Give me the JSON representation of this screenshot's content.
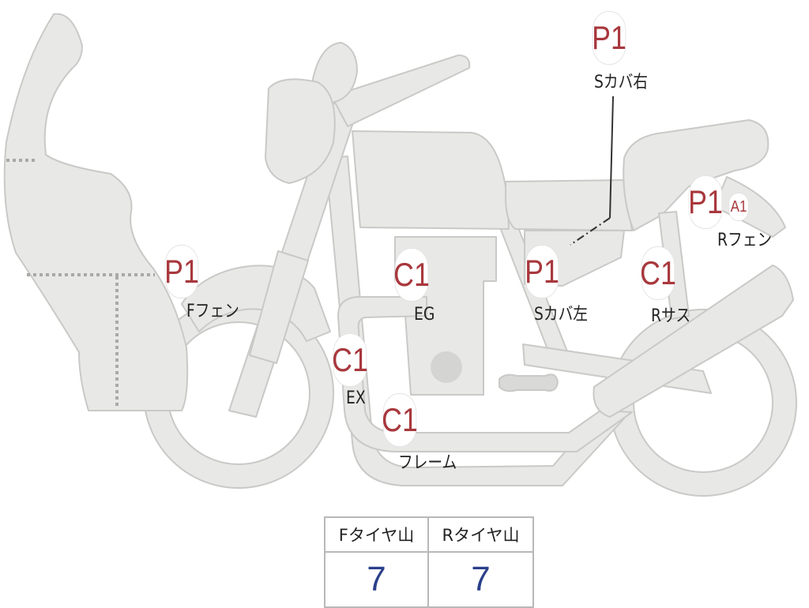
{
  "markers": {
    "p1_s_cover_right": "P1",
    "p1_front_fender": "P1",
    "c1_engine": "C1",
    "c1_exhaust": "C1",
    "c1_frame": "C1",
    "p1_s_cover_left": "P1",
    "c1_rear_suspension": "C1",
    "p1_rear_fender": "P1",
    "a1_rear_fender": "A1"
  },
  "labels": {
    "s_cover_right": "Sカバ右",
    "front_fender": "Fフェン",
    "engine": "EG",
    "exhaust": "EX",
    "frame": "フレーム",
    "s_cover_left": "Sカバ左",
    "rear_suspension": "Rサス",
    "rear_fender": "Rフェン"
  },
  "tire_table": {
    "front_header": "Fタイヤ山",
    "rear_header": "Rタイヤ山",
    "front_value": "7",
    "rear_value": "7"
  },
  "colors": {
    "body_fill": "#e8e8e6",
    "body_stroke": "#c9c9c7",
    "marker_text": "#a8383d",
    "value_text": "#2b3f8a"
  }
}
